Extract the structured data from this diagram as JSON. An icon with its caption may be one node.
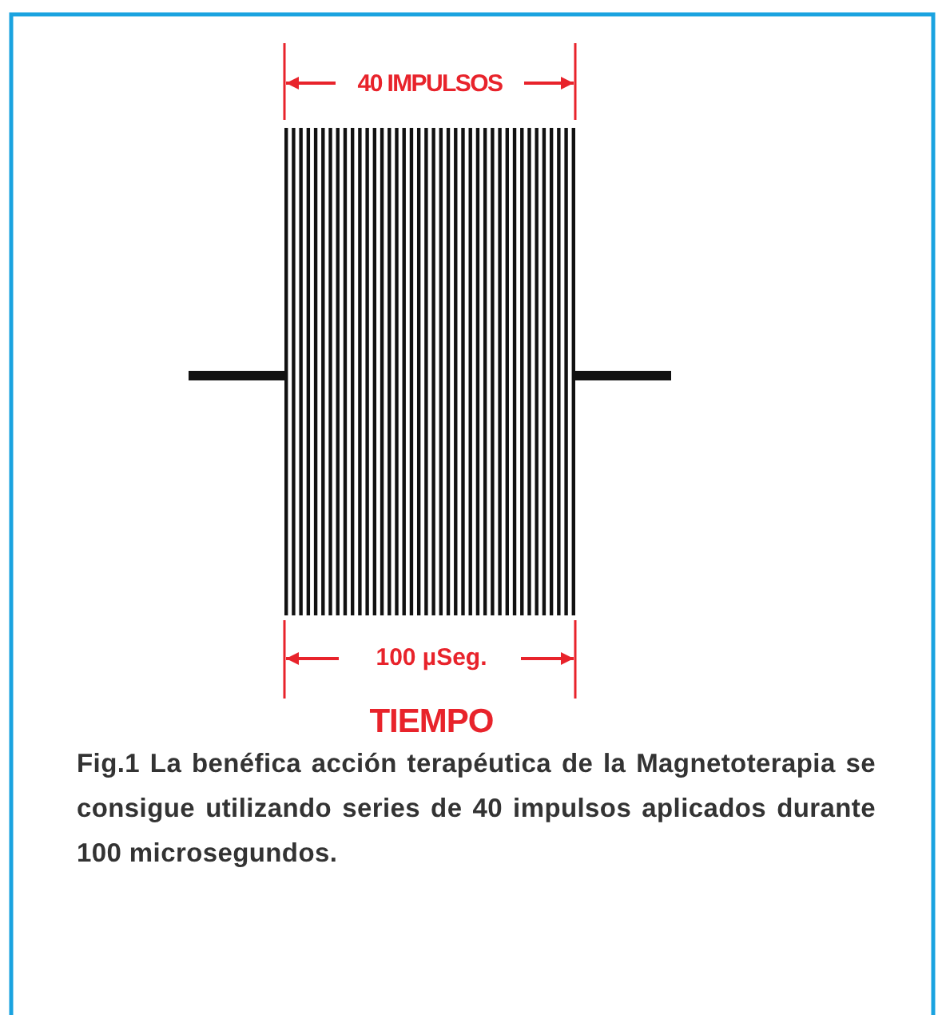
{
  "diagram": {
    "caption": "Fig.1 La benéfica acción terapéutica de la Magnetoterapia se consigue utilizando series de 40 impulsos aplicados durante 100 microsegundos.",
    "labels": [
      "40 IMPULSOS",
      "100 µSeg.",
      "TIEMPO"
    ]
  }
}
